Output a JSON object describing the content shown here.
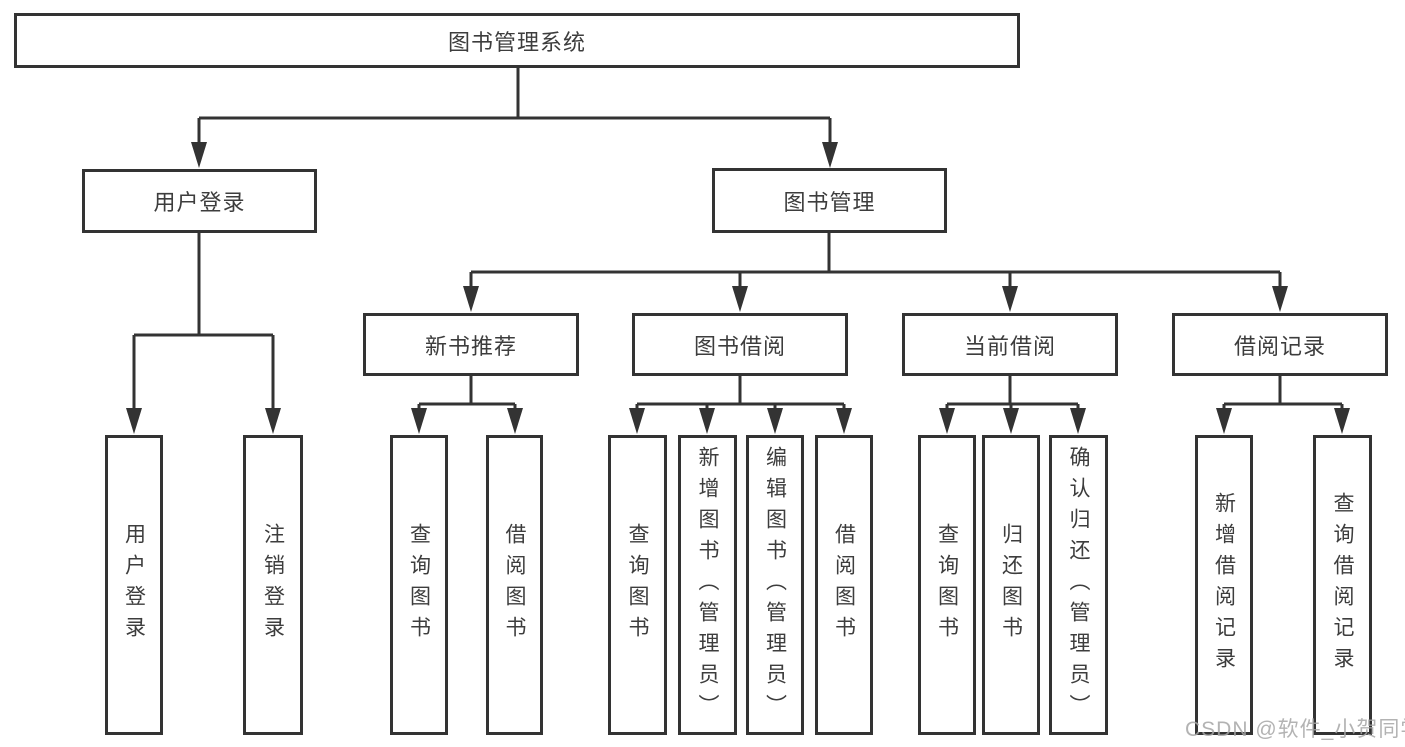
{
  "diagram_type": "hierarchy-tree",
  "colors": {
    "line": "#333333",
    "box_border": "#333333",
    "text": "#3d3d3d",
    "background": "#ffffff",
    "watermark": "#a6a6a6"
  },
  "tree": {
    "label": "图书管理系统",
    "children": [
      {
        "label": "用户登录",
        "children": [
          {
            "label": "用户登录"
          },
          {
            "label": "注销登录"
          }
        ]
      },
      {
        "label": "图书管理",
        "children": [
          {
            "label": "新书推荐",
            "children": [
              {
                "label": "查询图书"
              },
              {
                "label": "借阅图书"
              }
            ]
          },
          {
            "label": "图书借阅",
            "children": [
              {
                "label": "查询图书"
              },
              {
                "label": "新增图书（管理员）"
              },
              {
                "label": "编辑图书（管理员）"
              },
              {
                "label": "借阅图书"
              }
            ]
          },
          {
            "label": "当前借阅",
            "children": [
              {
                "label": "查询图书"
              },
              {
                "label": "归还图书"
              },
              {
                "label": "确认归还（管理员）"
              }
            ]
          },
          {
            "label": "借阅记录",
            "children": [
              {
                "label": "新增借阅记录"
              },
              {
                "label": "查询借阅记录"
              }
            ]
          }
        ]
      }
    ]
  },
  "watermark": {
    "text": "CSDN @软件_小贺同学"
  }
}
